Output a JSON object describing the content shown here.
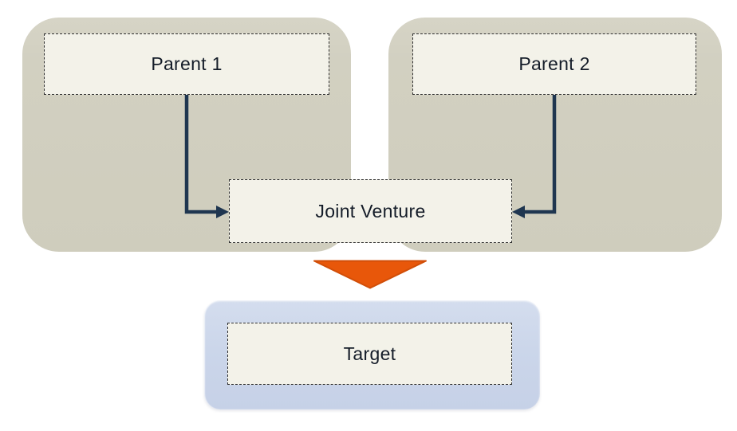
{
  "nodes": {
    "parent1": {
      "label": "Parent 1"
    },
    "parent2": {
      "label": "Parent 2"
    },
    "joint_venture": {
      "label": "Joint Venture"
    },
    "target": {
      "label": "Target"
    }
  },
  "edges": [
    {
      "from": "parent1",
      "to": "joint_venture",
      "style": "elbow-arrow"
    },
    {
      "from": "parent2",
      "to": "joint_venture",
      "style": "elbow-arrow"
    },
    {
      "from": "joint_venture",
      "to": "target",
      "style": "block-arrow"
    }
  ],
  "colors": {
    "background": "#FFFFFF",
    "parent_group_fill": "#D2D0C1",
    "target_group_fill": "#CBD6EA",
    "node_fill": "#F3F2E9",
    "node_border": "#2F2F2F",
    "node_text": "#141C28",
    "connector": "#1F3650",
    "block_arrow_fill": "#E8570A",
    "block_arrow_stroke": "#D14E08"
  }
}
